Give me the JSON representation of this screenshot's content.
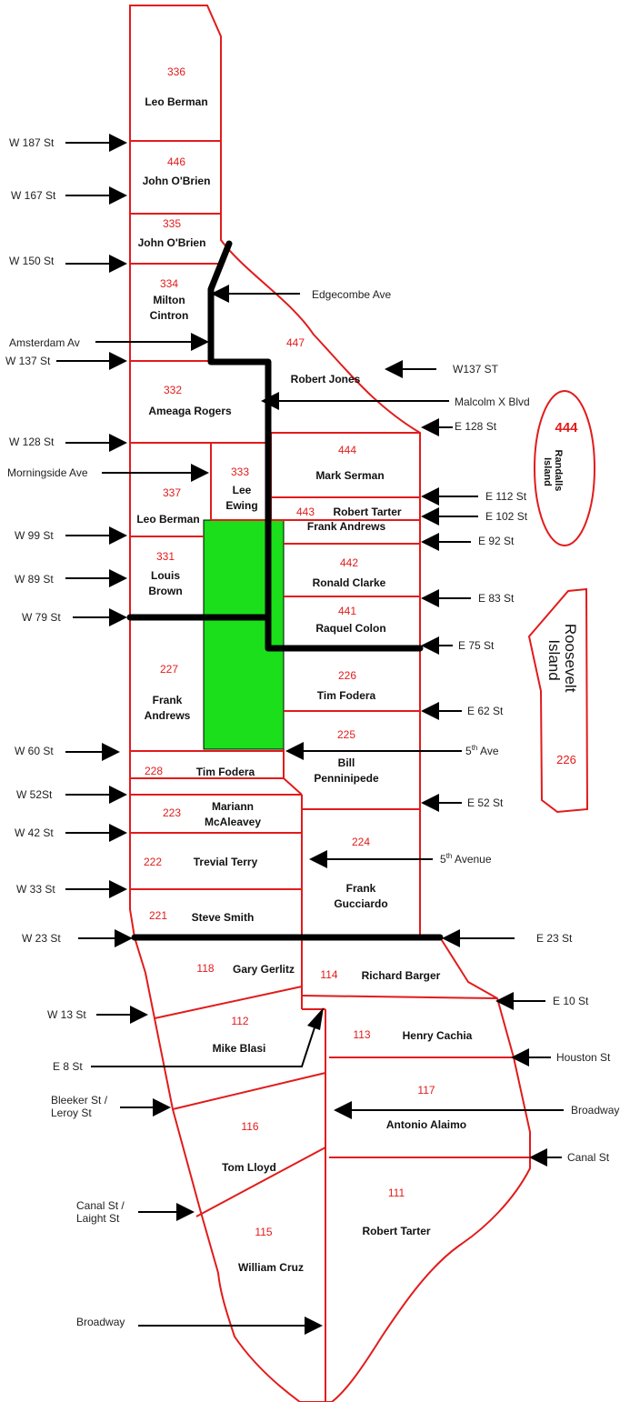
{
  "colors": {
    "boundary": "#e21b1b",
    "district_number": "#e21b1b",
    "highlight": "#1adf1a",
    "route": "#000000"
  },
  "districts": [
    {
      "id": "d336",
      "number": "336",
      "name": "Leo Berman"
    },
    {
      "id": "d446",
      "number": "446",
      "name": "John O'Brien"
    },
    {
      "id": "d335",
      "number": "335",
      "name": "John O'Brien"
    },
    {
      "id": "d334",
      "number": "334",
      "name": "Milton\nCintron"
    },
    {
      "id": "d447",
      "number": "447",
      "name": "Robert Jones"
    },
    {
      "id": "d332",
      "number": "332",
      "name": "Ameaga Rogers"
    },
    {
      "id": "d444",
      "number": "444",
      "name": "Mark Serman"
    },
    {
      "id": "d333",
      "number": "333",
      "name": "Lee\nEwing"
    },
    {
      "id": "d337",
      "number": "337",
      "name": "Leo Berman"
    },
    {
      "id": "d443",
      "number": "443",
      "name": "Robert Tarter"
    },
    {
      "id": "d443b",
      "number": "",
      "name": "Frank Andrews"
    },
    {
      "id": "d331",
      "number": "331",
      "name": "Louis\nBrown"
    },
    {
      "id": "d442",
      "number": "442",
      "name": "Ronald Clarke"
    },
    {
      "id": "d441",
      "number": "441",
      "name": "Raquel Colon"
    },
    {
      "id": "d227",
      "number": "227",
      "name": "Frank\nAndrews"
    },
    {
      "id": "d226",
      "number": "226",
      "name": "Tim Fodera"
    },
    {
      "id": "d225",
      "number": "225",
      "name": "Bill\nPenninipede"
    },
    {
      "id": "d228",
      "number": "228",
      "name": "Tim Fodera"
    },
    {
      "id": "d223",
      "number": "223",
      "name": "Mariann\nMcAleavey"
    },
    {
      "id": "d224",
      "number": "224",
      "name": "Frank\nGucciardo"
    },
    {
      "id": "d222",
      "number": "222",
      "name": "Trevial Terry"
    },
    {
      "id": "d221",
      "number": "221",
      "name": "Steve Smith"
    },
    {
      "id": "d118",
      "number": "118",
      "name": "Gary Gerlitz"
    },
    {
      "id": "d114",
      "number": "114",
      "name": "Richard Barger"
    },
    {
      "id": "d112",
      "number": "112",
      "name": "Mike Blasi"
    },
    {
      "id": "d113",
      "number": "113",
      "name": "Henry Cachia"
    },
    {
      "id": "d117",
      "number": "117",
      "name": "Antonio Alaimo"
    },
    {
      "id": "d116",
      "number": "116",
      "name": "Tom Lloyd"
    },
    {
      "id": "d111",
      "number": "111",
      "name": "Robert Tarter"
    },
    {
      "id": "d115",
      "number": "115",
      "name": "William Cruz"
    }
  ],
  "streets": [
    {
      "id": "w187",
      "label": "W 187 St"
    },
    {
      "id": "w167",
      "label": "W 167 St"
    },
    {
      "id": "w150",
      "label": "W 150 St"
    },
    {
      "id": "amsterdam",
      "label": "Amsterdam Av"
    },
    {
      "id": "w137",
      "label": "W 137 St"
    },
    {
      "id": "w128",
      "label": "W 128 St"
    },
    {
      "id": "morningside",
      "label": "Morningside Ave"
    },
    {
      "id": "w99",
      "label": "W 99 St"
    },
    {
      "id": "w89",
      "label": "W 89 St"
    },
    {
      "id": "w79",
      "label": "W 79 St"
    },
    {
      "id": "w60",
      "label": "W 60 St"
    },
    {
      "id": "w52",
      "label": "W 52St"
    },
    {
      "id": "w42",
      "label": "W 42 St"
    },
    {
      "id": "w33",
      "label": "W 33 St"
    },
    {
      "id": "w23",
      "label": "W 23 St"
    },
    {
      "id": "w13",
      "label": "W 13 St"
    },
    {
      "id": "e8",
      "label": "E 8 St"
    },
    {
      "id": "bleeker",
      "label": "Bleeker St /\nLeroy St"
    },
    {
      "id": "canal_w",
      "label": "Canal St /\nLaight St"
    },
    {
      "id": "broadway_w",
      "label": "Broadway"
    },
    {
      "id": "edgecombe",
      "label": "Edgecombe Ave"
    },
    {
      "id": "w137e",
      "label": "W137 ST"
    },
    {
      "id": "malcolm",
      "label": "Malcolm X Blvd"
    },
    {
      "id": "e128",
      "label": "E 128 St"
    },
    {
      "id": "e112",
      "label": "E 112 St"
    },
    {
      "id": "e102",
      "label": "E 102 St"
    },
    {
      "id": "e92",
      "label": "E 92 St"
    },
    {
      "id": "e83",
      "label": "E 83 St"
    },
    {
      "id": "e75",
      "label": "E 75 St"
    },
    {
      "id": "e62",
      "label": "E 62 St"
    },
    {
      "id": "fifth1",
      "label": "5th Ave"
    },
    {
      "id": "e52",
      "label": "E 52 St"
    },
    {
      "id": "fifth2",
      "label": "5th Avenue"
    },
    {
      "id": "e23",
      "label": "E 23 St"
    },
    {
      "id": "e10",
      "label": "E 10 St"
    },
    {
      "id": "houston",
      "label": "Houston St"
    },
    {
      "id": "broadway_e",
      "label": "Broadway"
    },
    {
      "id": "canal_e",
      "label": "Canal St"
    }
  ],
  "islands": {
    "randalls": {
      "number": "444",
      "name": "Randalls\nIsland"
    },
    "roosevelt": {
      "number": "226",
      "name": "Roosevelt\nIsland"
    }
  }
}
